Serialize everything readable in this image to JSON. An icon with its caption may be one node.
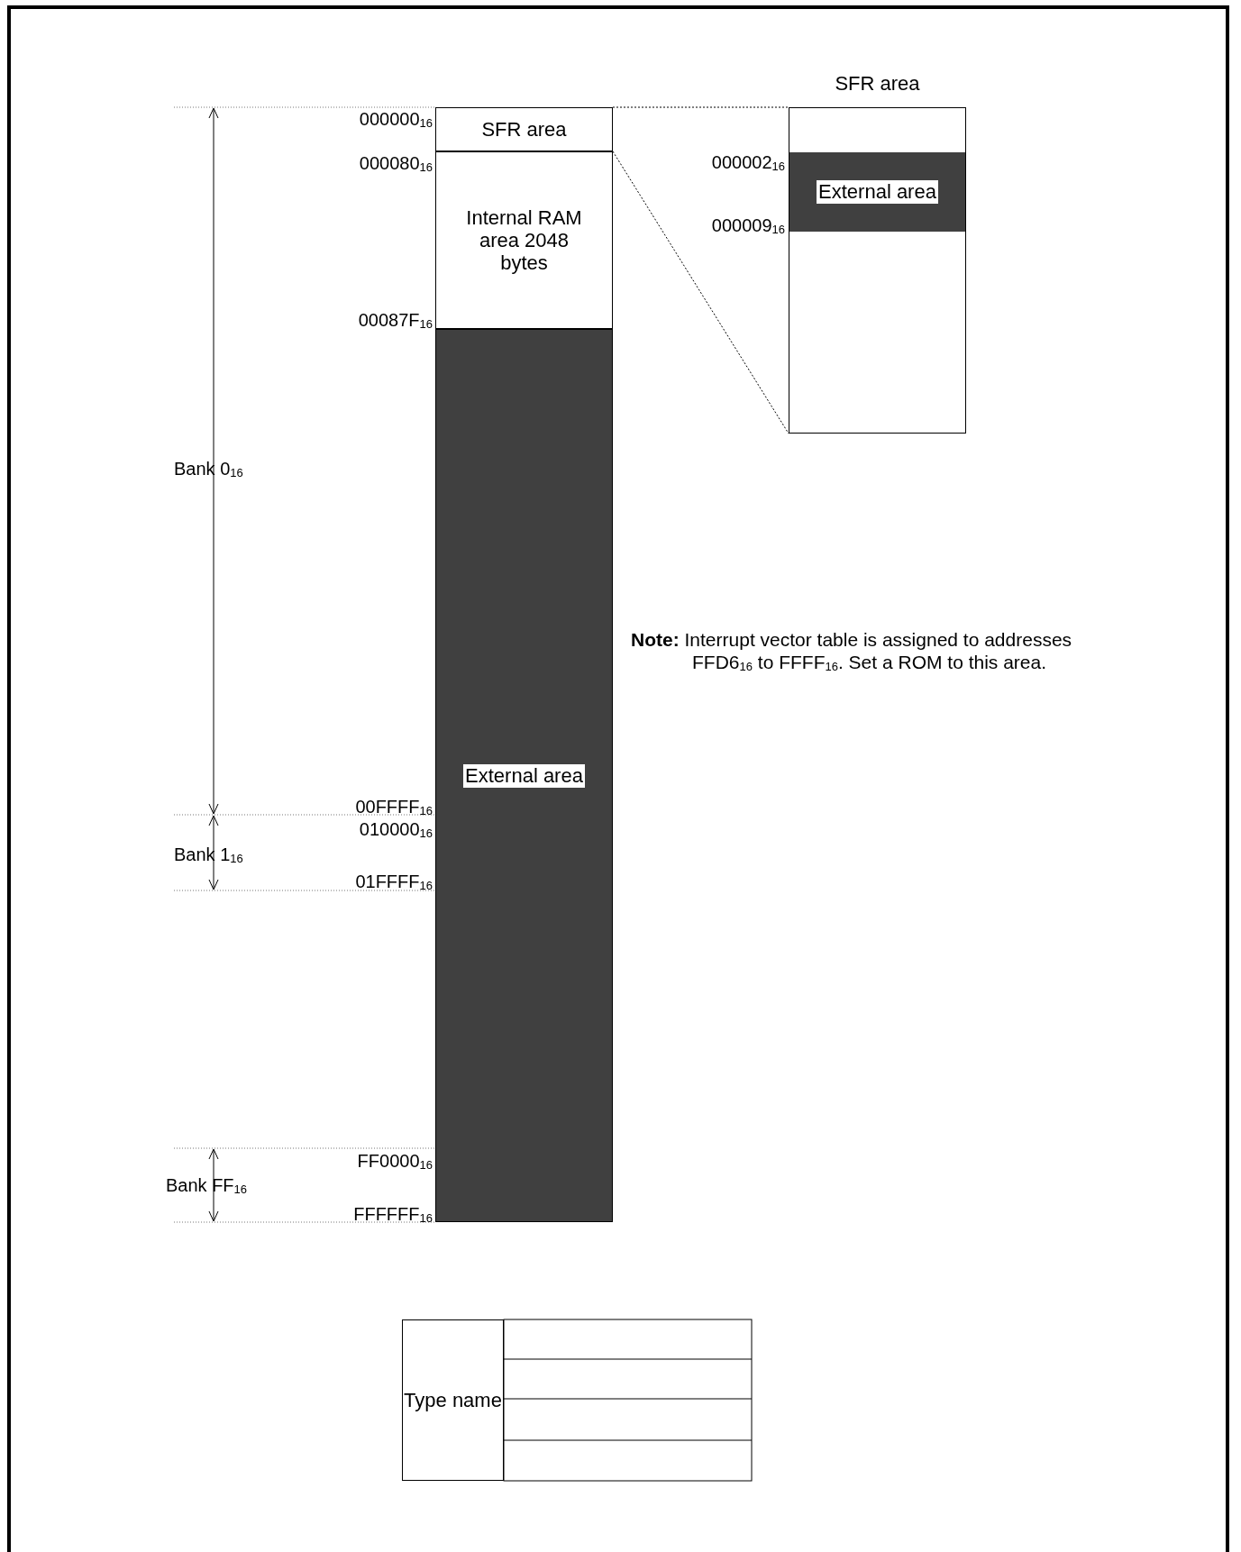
{
  "diagram": {
    "nodes": [
      {
        "text": [
          "SFR area"
        ]
      },
      {
        "text": [
          "Internal RAM area 2048 bytes"
        ]
      },
      {
        "text": [
          "External area"
        ]
      },
      {
        "text": [
          "SFR area"
        ]
      },
      {
        "text": [
          "External area"
        ],
        "in": 3
      },
      {
        "text": [
          "Type name"
        ]
      }
    ],
    "edges": [
      {
        "from": 0,
        "to": 3,
        "arrow": "none",
        "style": "dashed"
      },
      {
        "from": 0,
        "to": 3,
        "arrow": "none",
        "style": "dashed"
      }
    ],
    "labels": [
      "000000$_{16}$",
      "000080$_{16}$",
      "00087F$_{16}$",
      "000002$_{16}$",
      "000009$_{16}$",
      "Bank 0$_{16}$",
      "**Note:** Interrupt vector table is assigned to addresses FFD6$_{16}$ to FFFF$_{16}$. Set a ROM to this area.",
      "00FFFF$_{16}$",
      "010000$_{16}$",
      "Bank 1$_{16}$",
      "01FFFF$_{16}$",
      "FF0000$_{16}$",
      "Bank FF$_{16}$",
      "FFFFFF$_{16}$"
    ]
  }
}
